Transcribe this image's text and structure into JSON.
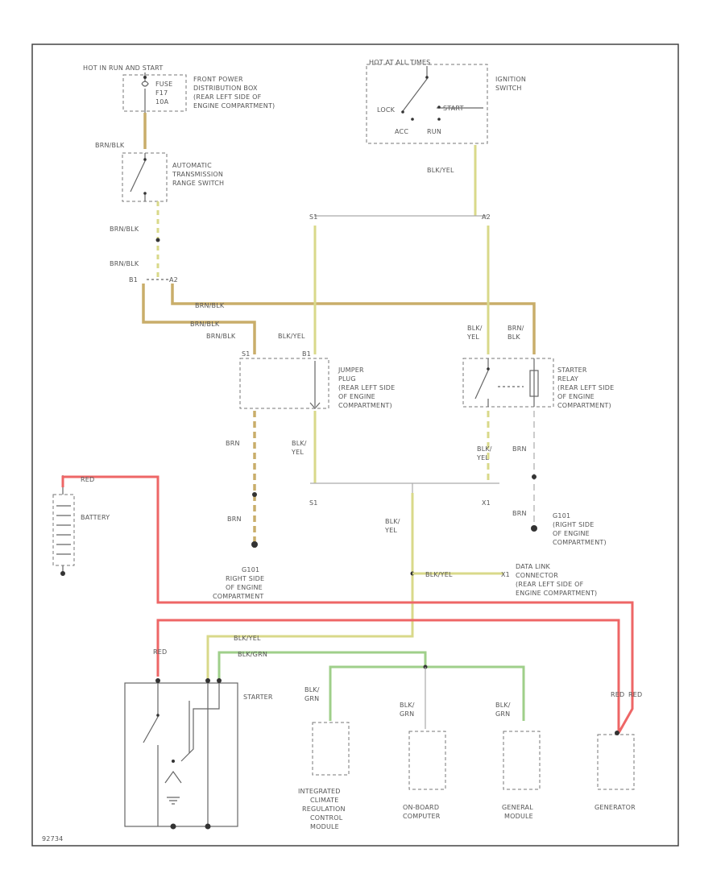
{
  "labels": {
    "hot_run_start": "HOT IN RUN AND START",
    "fuse": "FUSE",
    "f17": "F17",
    "amp": "10A",
    "front_power_box": [
      "FRONT POWER",
      "DISTRIBUTION BOX",
      "(REAR LEFT SIDE OF",
      "ENGINE COMPARTMENT)"
    ],
    "hot_in_acc_run": "HOT AT ALL TIMES",
    "ignition_switch": [
      "IGNITION",
      "SWITCH"
    ],
    "lock": "LOCK",
    "start": "START",
    "acc": "ACC",
    "run": "RUN",
    "auto_trans_switch": [
      "AUTOMATIC",
      "TRANSMISSION",
      "RANGE SWITCH"
    ],
    "jumper_plug": [
      "JUMPER",
      "PLUG",
      "(REAR LEFT SIDE",
      "OF ENGINE",
      "COMPARTMENT)"
    ],
    "starter_relay": [
      "STARTER",
      "RELAY",
      "(REAR LEFT SIDE",
      "OF ENGINE",
      "COMPARTMENT)"
    ],
    "battery": "BATTERY",
    "g101_left": [
      "G101",
      "RIGHT SIDE",
      "OF ENGINE",
      "COMPARTMENT"
    ],
    "g101_right": [
      "G101",
      "(RIGHT SIDE",
      "OF ENGINE",
      "COMPARTMENT)"
    ],
    "data_link": [
      "DATA LINK",
      "CONNECTOR",
      "(REAR LEFT SIDE OF",
      "ENGINE COMPARTMENT)"
    ],
    "starter": "STARTER",
    "climate": [
      "INTEGRATED",
      "CLIMATE",
      "REGULATION",
      "CONTROL",
      "MODULE"
    ],
    "onboard": [
      "ON-BOARD",
      "COMPUTER"
    ],
    "general": [
      "GENERAL",
      "MODULE"
    ],
    "generator": "GENERATOR",
    "diagram_id": "92734"
  },
  "wires": {
    "brn_blk": "BRN/BLK",
    "blk_yel": "BLK/YEL",
    "blk_yel_split": [
      "BLK/",
      "YEL"
    ],
    "brn_blk_split": [
      "BRN/",
      "BLK"
    ],
    "blk_grn_split": [
      "BLK/",
      "GRN"
    ],
    "brn": "BRN",
    "red": "RED",
    "blk_grn": "BLK/GRN",
    "red_short": "RED"
  },
  "terminals": {
    "s1": "S1",
    "a2": "A2",
    "b1": "B1",
    "x1": "X1"
  },
  "colors": {
    "wire_yellow": "#d9d98a",
    "wire_brown": "#c9ad6a",
    "wire_green": "#9fcf8a",
    "wire_red": "#ee6666"
  }
}
